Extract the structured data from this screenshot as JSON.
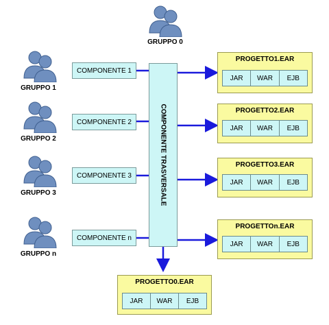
{
  "groups": [
    {
      "label": "GRUPPO 0"
    },
    {
      "label": "GRUPPO 1"
    },
    {
      "label": "GRUPPO 2"
    },
    {
      "label": "GRUPPO 3"
    },
    {
      "label": "GRUPPO n"
    }
  ],
  "components": [
    {
      "label": "COMPONENTE 1"
    },
    {
      "label": "COMPONENTE 2"
    },
    {
      "label": "COMPONENTE 3"
    },
    {
      "label": "COMPONENTE n"
    }
  ],
  "transversal": {
    "label": "COMPONENTE TRASVERSALE"
  },
  "projects": [
    {
      "title": "PROGETTO1.EAR",
      "modules": [
        "JAR",
        "WAR",
        "EJB"
      ]
    },
    {
      "title": "PROGETTO2.EAR",
      "modules": [
        "JAR",
        "WAR",
        "EJB"
      ]
    },
    {
      "title": "PROGETTO3.EAR",
      "modules": [
        "JAR",
        "WAR",
        "EJB"
      ]
    },
    {
      "title": "PROGETTOn.EAR",
      "modules": [
        "JAR",
        "WAR",
        "EJB"
      ]
    },
    {
      "title": "PROGETTO0.EAR",
      "modules": [
        "JAR",
        "WAR",
        "EJB"
      ]
    }
  ],
  "colors": {
    "component_fill": "#cdf6f6",
    "ear_fill": "#fafaa0",
    "arrow": "#1a1adc",
    "users_icon": "#6f8fbf"
  }
}
